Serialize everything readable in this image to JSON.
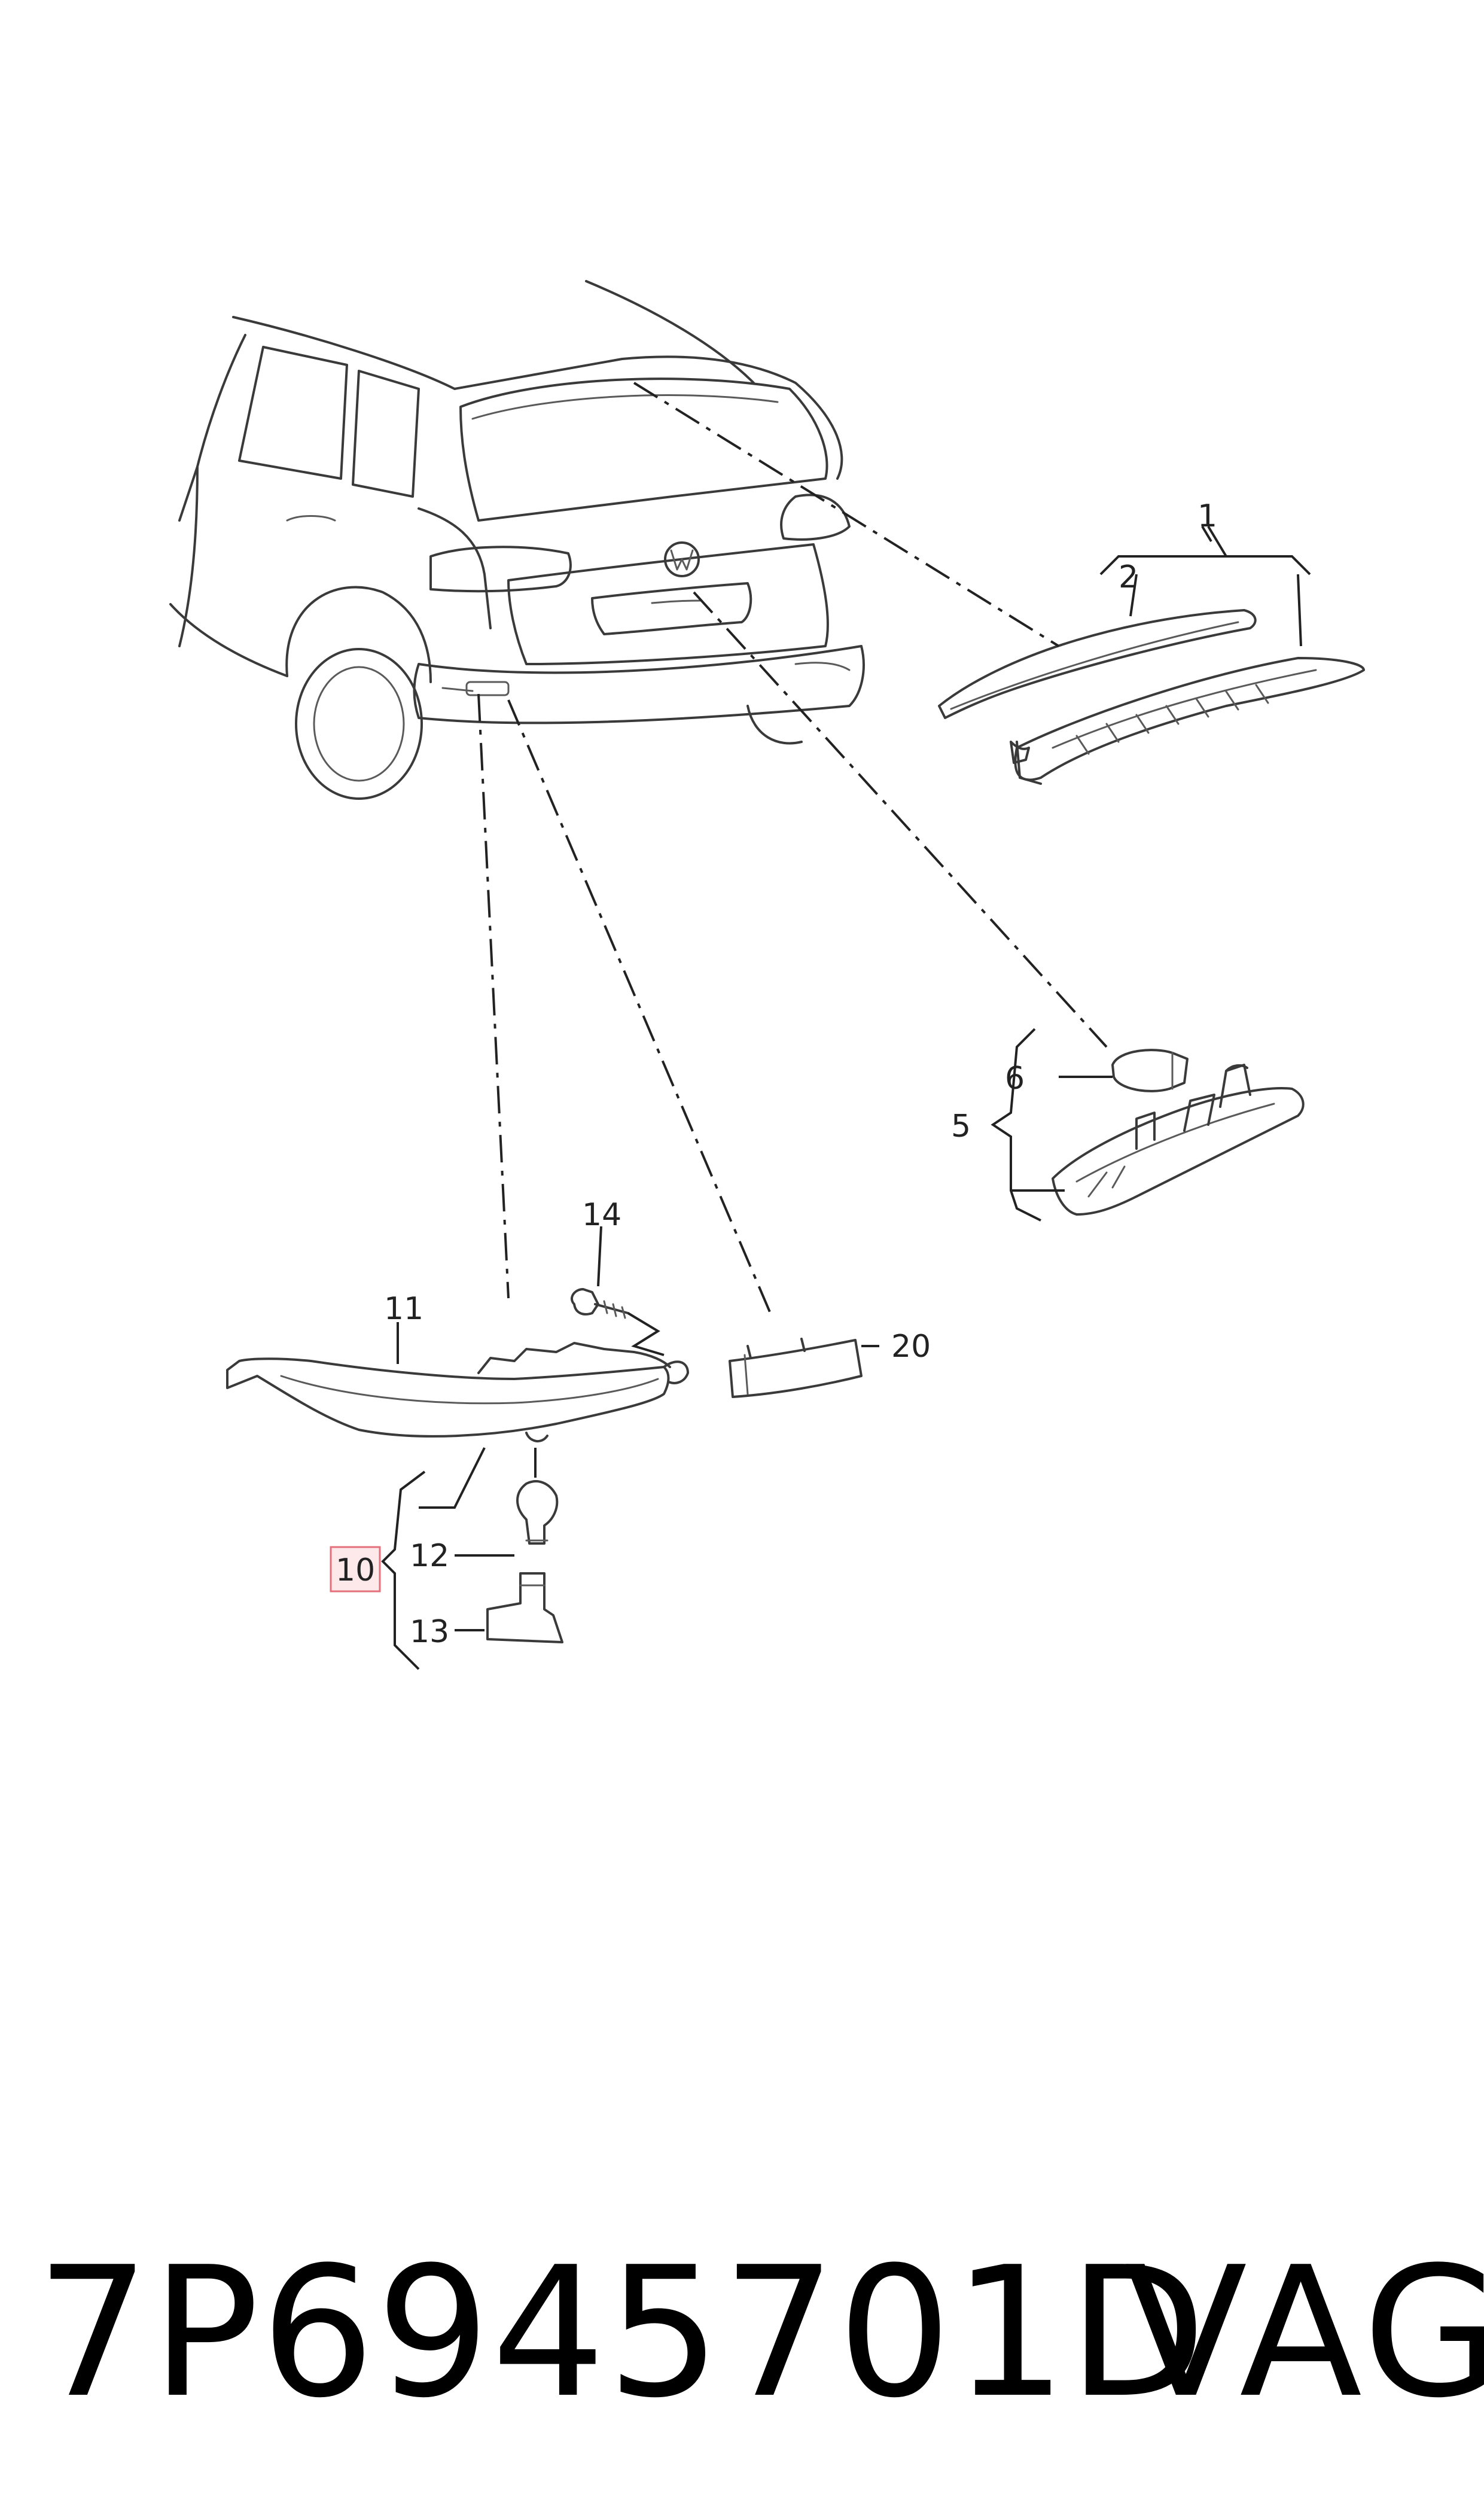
{
  "callouts": {
    "c1": "1",
    "c2": "2",
    "c5": "5",
    "c6": "6",
    "c10": "10",
    "c11": "11",
    "c12": "12",
    "c13": "13",
    "c14": "14",
    "c20": "20"
  },
  "highlighted_callout": "10",
  "footer": {
    "part_number": "7P6945701D",
    "brand": "VAG"
  },
  "colors": {
    "highlight_fill": "#fde8ea",
    "highlight_border": "#e3707a",
    "line": "#3a3a3a"
  }
}
